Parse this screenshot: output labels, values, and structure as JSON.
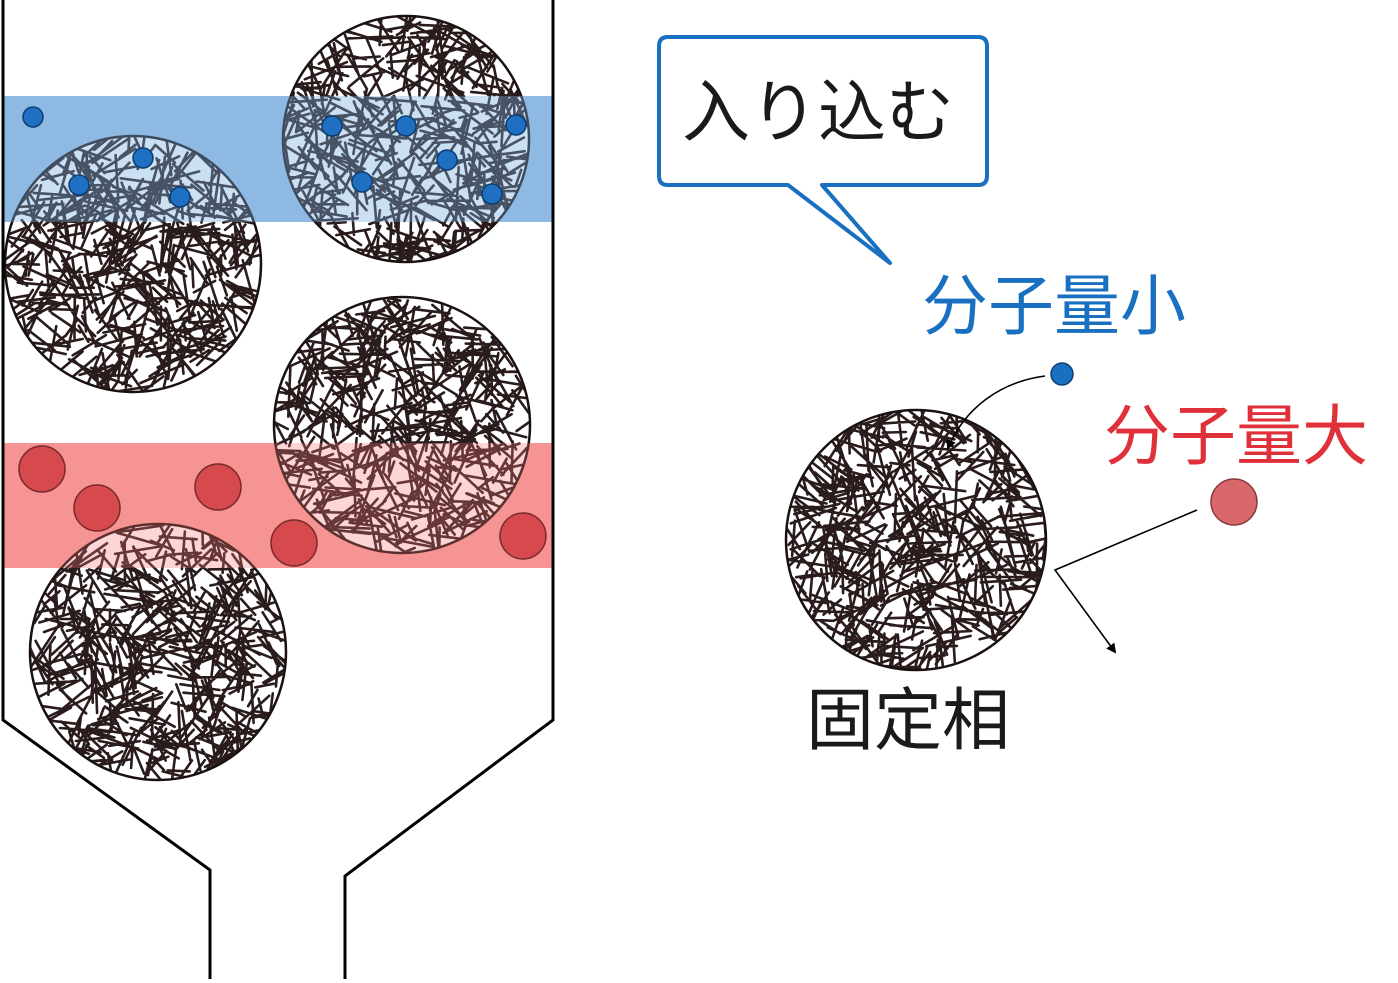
{
  "labels": {
    "callout": "入り込む",
    "small_molecule": "分子量小",
    "large_molecule": "分子量大",
    "stationary_phase": "固定相"
  },
  "colors": {
    "small_molecule": "#1a70c0",
    "large_molecule": "#e0303a",
    "small_band": "#9cc0e4",
    "large_band": "#f6a0a0",
    "large_dot": "#d64a4e",
    "fiber": "#2a1c1c",
    "callout_border": "#1a70c0"
  },
  "icons": {
    "column": "column-outline",
    "bead": "porous-gel-bead",
    "small_molecule": "small-circle",
    "large_molecule": "large-circle"
  }
}
